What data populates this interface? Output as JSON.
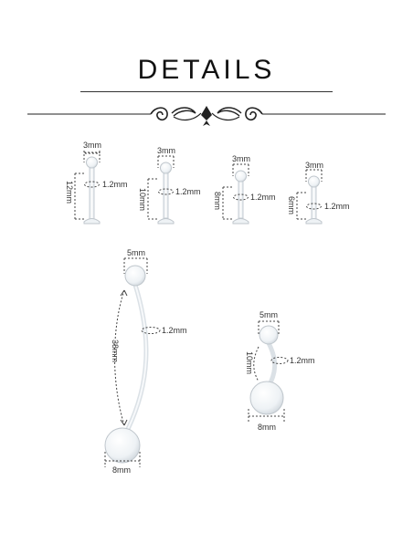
{
  "title": "DETAILS",
  "labrets": [
    {
      "ball": "3mm",
      "gauge": "1.2mm",
      "length": "12mm"
    },
    {
      "ball": "3mm",
      "gauge": "1.2mm",
      "length": "10mm"
    },
    {
      "ball": "3mm",
      "gauge": "1.2mm",
      "length": "8mm"
    },
    {
      "ball": "3mm",
      "gauge": "1.2mm",
      "length": "6mm"
    }
  ],
  "banana_large": {
    "top_ball": "5mm",
    "gauge": "1.2mm",
    "length": "38mm",
    "bottom_ball": "8mm"
  },
  "banana_small": {
    "top_ball": "5mm",
    "gauge": "1.2mm",
    "length": "10mm",
    "bottom_ball": "8mm"
  },
  "colors": {
    "line": "#333333",
    "part_stroke": "#bfc6cc",
    "part_fill": "#f4f7f9"
  }
}
